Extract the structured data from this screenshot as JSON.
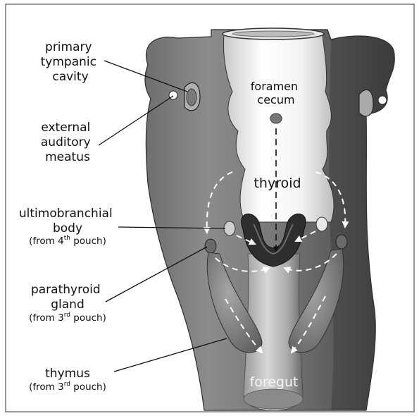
{
  "labels": {
    "primary_tympanic": [
      "primary",
      "tympanic",
      "cavity"
    ],
    "external_auditory": [
      "external",
      "auditory",
      "meatus"
    ],
    "ultimobranchial": {
      "lines": [
        "ultimobranchial",
        "body"
      ],
      "note_prefix": "(from 4",
      "note_sup": "th",
      "note_suffix": " pouch)"
    },
    "parathyroid": {
      "lines": [
        "parathyroid",
        "gland"
      ],
      "note_prefix": "(from 3",
      "note_sup": "rd",
      "note_suffix": " pouch)"
    },
    "thymus": {
      "lines": [
        "thymus"
      ],
      "note_prefix": "(from 3",
      "note_sup": "rd",
      "note_suffix": " pouch)"
    },
    "foramen_cecum": [
      "foramen",
      "cecum"
    ],
    "thyroid": "thyroid",
    "foregut": "foregut"
  }
}
